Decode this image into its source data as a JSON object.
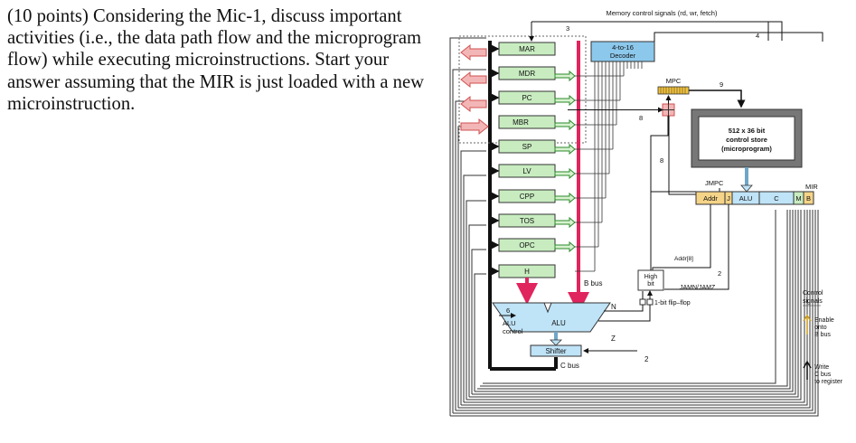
{
  "question": {
    "text": "(10 points) Considering the Mic-1, discuss important activities (i.e., the data path flow and the microprogram flow) while executing microinstructions. Start your answer assuming that the MIR is just loaded with a new microinstruction."
  },
  "diagram": {
    "colors": {
      "register_fill": "#c8ecc0",
      "decoder_fill": "#8cc8ec",
      "alu_fill": "#bfe3f7",
      "mir_fill": "#f5d488",
      "bbus_color": "#e0245e",
      "cbus_color": "#111111",
      "arrow_fill": "#f3b6b6",
      "arrow_stroke": "#d05050",
      "enable_arrow": "#e8c44a"
    },
    "top_label": "Memory control signals (rd, wr, fetch)",
    "top_bits": "3",
    "top_bits_right": "4",
    "decoder": {
      "line1": "4-to-16",
      "line2": "Decoder"
    },
    "mpc_label": "MPC",
    "mpc_bits": "9",
    "mbr_bits": "8",
    "mbr_bits_2": "8",
    "registers": [
      {
        "label": "MAR"
      },
      {
        "label": "MDR"
      },
      {
        "label": "PC"
      },
      {
        "label": "MBR"
      },
      {
        "label": "SP"
      },
      {
        "label": "LV"
      },
      {
        "label": "CPP"
      },
      {
        "label": "TOS"
      },
      {
        "label": "OPC"
      },
      {
        "label": "H"
      }
    ],
    "control_store": {
      "line1": "512 x 36 bit",
      "line2": "control store",
      "line3": "(microprogram)"
    },
    "jmpc_label": "JMPC",
    "mir_label": "MIR",
    "mir_fields": [
      "Addr",
      "J",
      "ALU",
      "C",
      "M",
      "B"
    ],
    "addr8_label": "Addr[8]",
    "high_bit": {
      "line1": "High",
      "line2": "bit"
    },
    "jam_label": "JAMN/JAMZ",
    "jam_bits": "2",
    "flipflop_label": "1-bit flip–flop",
    "bbus_label": "B bus",
    "cbus_label": "C bus",
    "alu_label": "ALU",
    "alu_control": {
      "line1": "ALU",
      "line2": "control"
    },
    "alu_bits": "6",
    "n_label": "N",
    "z_label": "Z",
    "shifter_label": "Shifter",
    "shifter_bits": "2",
    "legend": {
      "title1": "Control",
      "title2": "signals",
      "enable1": "Enable",
      "enable2": "onto",
      "enable3": "B bus",
      "write1": "Write",
      "write2": "C bus",
      "write3": "to register"
    }
  }
}
